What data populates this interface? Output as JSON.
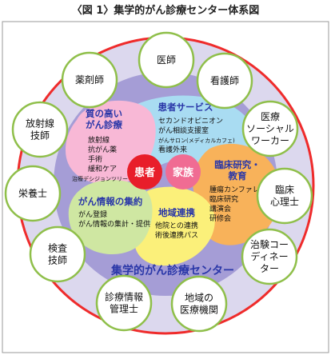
{
  "title": "〈図 1〉集学的がん診療センター体系図",
  "center_name": "集学的がん診療センター",
  "core": {
    "patient": "患者",
    "family": "家族"
  },
  "outer_circles": [
    {
      "lines": [
        "医師"
      ]
    },
    {
      "lines": [
        "看護師"
      ]
    },
    {
      "lines": [
        "医療",
        "ソーシャル",
        "ワーカー"
      ]
    },
    {
      "lines": [
        "臨床",
        "心理士"
      ]
    },
    {
      "lines": [
        "治験コー",
        "ディネー",
        "ター"
      ]
    },
    {
      "lines": [
        "地域の",
        "医療機関"
      ]
    },
    {
      "lines": [
        "診療情報",
        "管理士"
      ]
    },
    {
      "lines": [
        "検査",
        "技師"
      ]
    },
    {
      "lines": [
        "栄養士"
      ]
    },
    {
      "lines": [
        "放射線",
        "技師"
      ]
    },
    {
      "lines": [
        "薬剤師"
      ]
    }
  ],
  "blobs": {
    "quality": {
      "title": [
        "質の高い",
        "がん診療"
      ],
      "items": [
        "放射線",
        "抗がん薬",
        "手術",
        "緩和ケア"
      ],
      "small_items": [
        "治療デシジョンツリー"
      ]
    },
    "services": {
      "title": [
        "患者サービス"
      ],
      "items": [
        "セカンドオピニオン",
        "がん相談支援室"
      ],
      "small_items": [
        "がんサロン(メディカルカフェ)"
      ],
      "items_after": [
        "看護外来"
      ]
    },
    "research": {
      "title": [
        "臨床研究・",
        "教育"
      ],
      "items": [
        "腫瘍カンファレンス",
        "臨床研究",
        "講演会",
        "研修会"
      ]
    },
    "regional": {
      "title": [
        "地域連携"
      ],
      "items": [
        "他院との連携",
        "術後連携パス"
      ]
    },
    "info": {
      "title": [
        "がん情報の集約"
      ],
      "items": [
        "がん登録",
        "がん情報の集計・提供"
      ]
    }
  },
  "colors": {
    "outer_ring": "#ef2b2b",
    "outer_disc": "#dcd8ee",
    "inner_disc": "#a59dd6",
    "orb_border": "#8fbf4a",
    "quality": "#f8b8d6",
    "services": "#a9dcf2",
    "research": "#f8b25a",
    "regional": "#fbf07a",
    "info": "#cfe7a2",
    "core_red": "#e81e2a",
    "core_pink": "#f06c93",
    "text_blue": "#2a37a8"
  }
}
